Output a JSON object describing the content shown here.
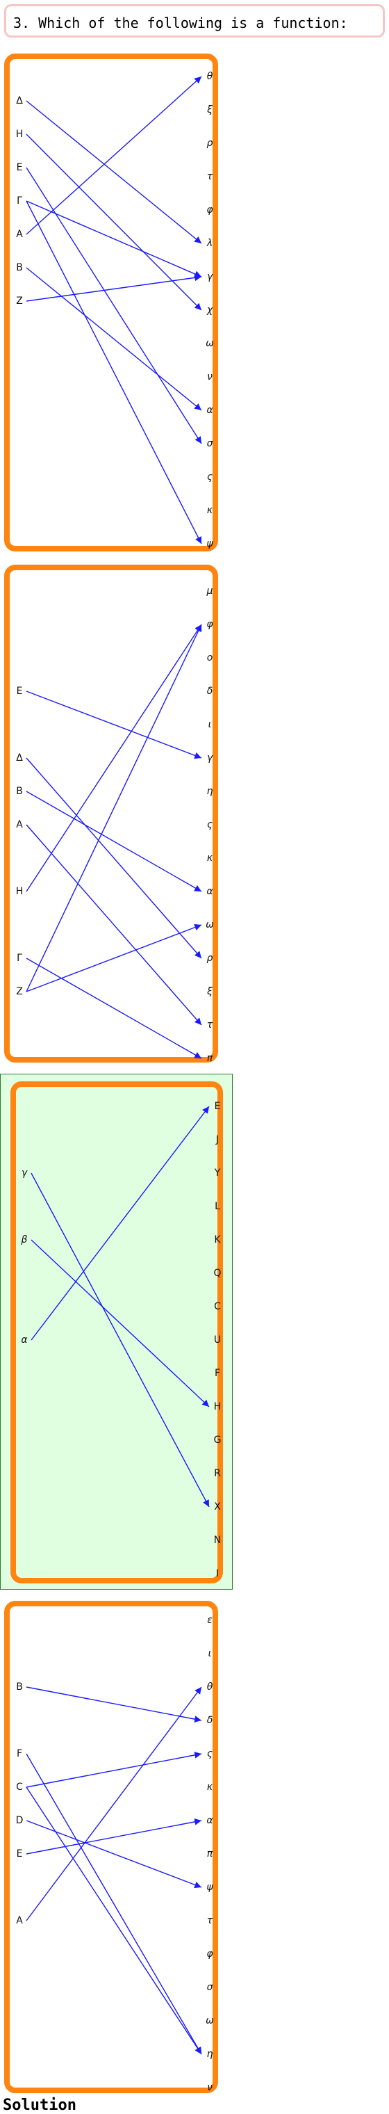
{
  "question": "3. Which of the following is a function:",
  "solution_label": "Solution",
  "colors": {
    "panel_border": "#ff8410",
    "arrow": "#1a1aff",
    "correct_bg": "#dfffe0",
    "question_border": "#f4c6c6"
  },
  "options": [
    {
      "left": [
        "Δ",
        "H",
        "E",
        "Γ",
        "A",
        "B",
        "Z"
      ],
      "right": [
        "θ",
        "ξ",
        "ρ",
        "τ",
        "φ",
        "λ",
        "γ",
        "χ",
        "ω",
        "ν",
        "α",
        "σ",
        "ς",
        "κ",
        "ψ"
      ],
      "left_italic": false,
      "right_italic": true,
      "correct": false,
      "arrows": [
        [
          "Δ",
          "λ"
        ],
        [
          "H",
          "χ"
        ],
        [
          "E",
          "σ"
        ],
        [
          "Γ",
          "γ"
        ],
        [
          "Γ",
          "ψ"
        ],
        [
          "A",
          "θ"
        ],
        [
          "B",
          "α"
        ],
        [
          "Z",
          "γ"
        ]
      ]
    },
    {
      "left": [
        "E",
        "Δ",
        "B",
        "A",
        "H",
        "Γ",
        "Z"
      ],
      "right": [
        "μ",
        "φ",
        "ο",
        "δ",
        "ι",
        "γ",
        "η",
        "ς",
        "κ",
        "α",
        "ω",
        "ρ",
        "ξ",
        "τ",
        "π"
      ],
      "left_italic": false,
      "right_italic": true,
      "correct": false,
      "arrows": [
        [
          "E",
          "γ"
        ],
        [
          "Δ",
          "ρ"
        ],
        [
          "B",
          "α"
        ],
        [
          "A",
          "τ"
        ],
        [
          "H",
          "φ"
        ],
        [
          "Γ",
          "π"
        ],
        [
          "Z",
          "φ"
        ],
        [
          "Z",
          "ω"
        ]
      ]
    },
    {
      "left": [
        "γ",
        "β",
        "α"
      ],
      "right": [
        "E",
        "J",
        "Y",
        "L",
        "K",
        "Q",
        "C",
        "U",
        "F",
        "H",
        "G",
        "R",
        "X",
        "N",
        "I"
      ],
      "left_italic": true,
      "right_italic": false,
      "correct": true,
      "arrows": [
        [
          "γ",
          "X"
        ],
        [
          "β",
          "H"
        ],
        [
          "α",
          "E"
        ]
      ]
    },
    {
      "left": [
        "B",
        "F",
        "C",
        "D",
        "E",
        "A"
      ],
      "right": [
        "ε",
        "ι",
        "θ",
        "δ",
        "ς",
        "κ",
        "α",
        "π",
        "ψ",
        "τ",
        "φ",
        "σ",
        "ω",
        "η",
        "ν"
      ],
      "left_italic": false,
      "right_italic": true,
      "correct": false,
      "arrows": [
        [
          "B",
          "δ"
        ],
        [
          "F",
          "η"
        ],
        [
          "C",
          "ς"
        ],
        [
          "C",
          "η"
        ],
        [
          "D",
          "ψ"
        ],
        [
          "E",
          "α"
        ],
        [
          "A",
          "θ"
        ]
      ]
    }
  ]
}
